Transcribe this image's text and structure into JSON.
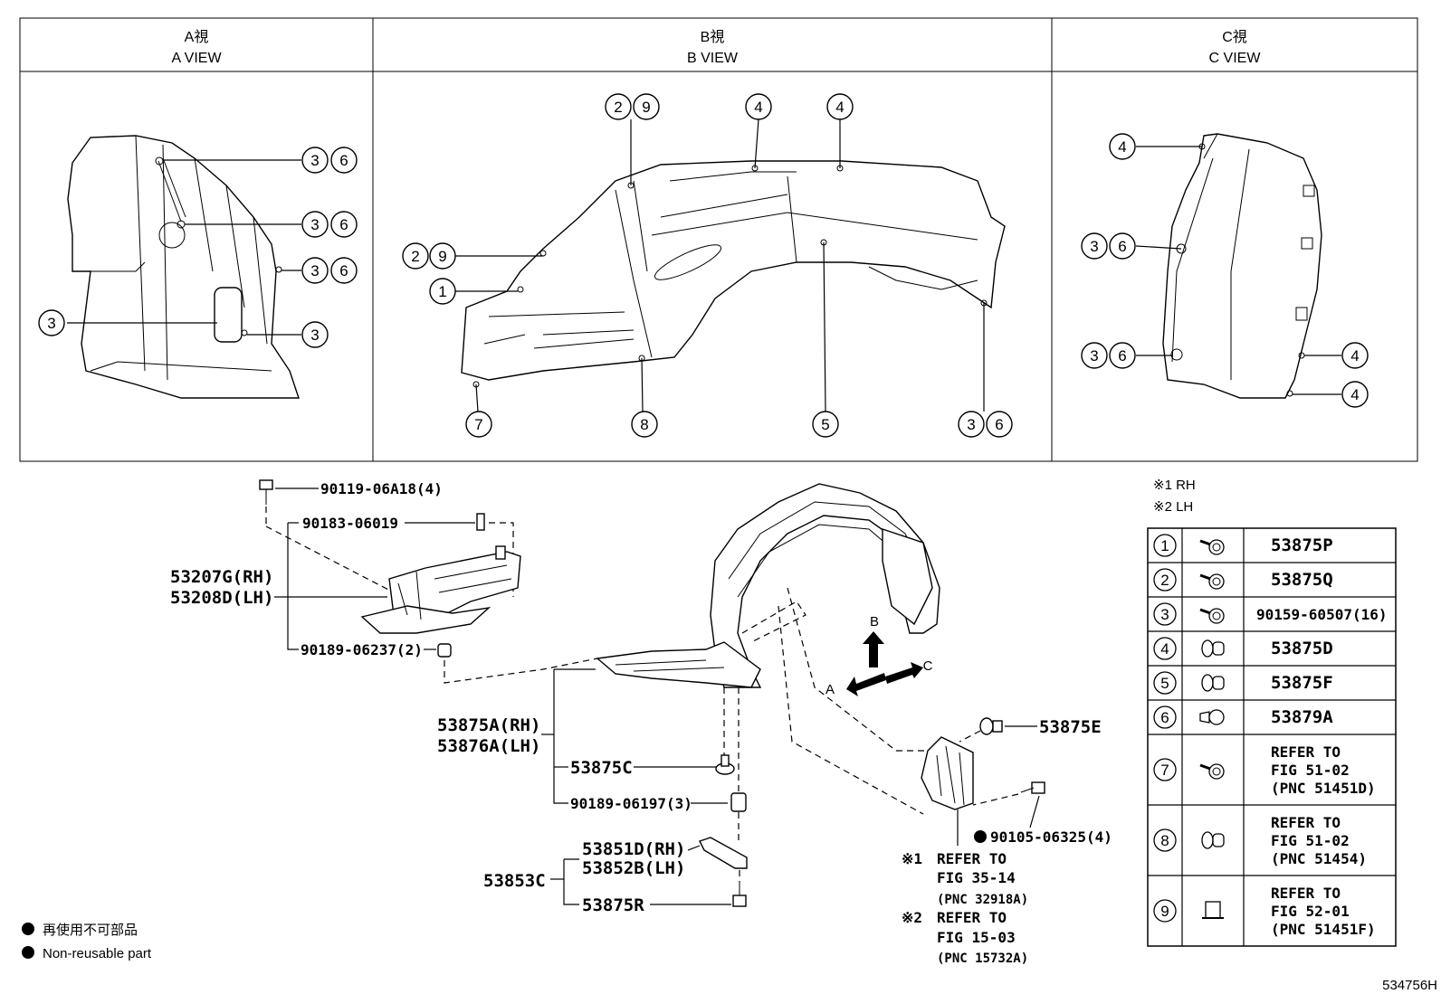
{
  "views": {
    "a": {
      "jp": "A視",
      "en": "A VIEW"
    },
    "b": {
      "jp": "B視",
      "en": "B VIEW"
    },
    "c": {
      "jp": "C視",
      "en": "C VIEW"
    }
  },
  "callout_numbers": [
    "1",
    "2",
    "3",
    "4",
    "5",
    "6",
    "7",
    "8",
    "9"
  ],
  "parts": {
    "p1": "90119-06A18(4)",
    "p2": "90183-06019",
    "p3a": "53207G(RH)",
    "p3b": "53208D(LH)",
    "p4": "90189-06237(2)",
    "p5a": "53875A(RH)",
    "p5b": "53876A(LH)",
    "p6": "53875C",
    "p7": "90189-06197(3)",
    "p8a": "53851D(RH)",
    "p8b": "53852B(LH)",
    "p9": "53853C",
    "p10": "53875R",
    "p11": "53875E",
    "p12": "90105-06325(4)"
  },
  "refs": {
    "r1_mark": "※1",
    "r1_l1": "REFER TO",
    "r1_l2": "FIG 35-14",
    "r1_l3": "(PNC 32918A)",
    "r2_mark": "※2",
    "r2_l1": "REFER TO",
    "r2_l2": "FIG 15-03",
    "r2_l3": "(PNC 15732A)"
  },
  "direction_labels": {
    "a": "A",
    "b": "B",
    "c": "C"
  },
  "notes": {
    "rh": "※1 RH",
    "lh": "※2 LH"
  },
  "legend": [
    {
      "num": "1",
      "icon": "bolt-icon",
      "code": "53875P"
    },
    {
      "num": "2",
      "icon": "bolt-icon",
      "code": "53875Q"
    },
    {
      "num": "3",
      "icon": "bolt-icon",
      "code": "90159-60507(16)"
    },
    {
      "num": "4",
      "icon": "clip-icon",
      "code": "53875D"
    },
    {
      "num": "5",
      "icon": "clip-icon",
      "code": "53875F"
    },
    {
      "num": "6",
      "icon": "grommet-icon",
      "code": "53879A"
    },
    {
      "num": "7",
      "icon": "bolt-icon",
      "code": "REFER TO",
      "code2": "FIG 51-02",
      "code3": "(PNC 51451D)"
    },
    {
      "num": "8",
      "icon": "clip-icon",
      "code": "REFER TO",
      "code2": "FIG 51-02",
      "code3": "(PNC 51454)"
    },
    {
      "num": "9",
      "icon": "nut-clip-icon",
      "code": "REFER TO",
      "code2": "FIG 52-01",
      "code3": "(PNC 51451F)"
    }
  ],
  "non_reusable": {
    "jp": "再使用不可部品",
    "en": "Non-reusable part"
  },
  "figure_id": "534756H"
}
